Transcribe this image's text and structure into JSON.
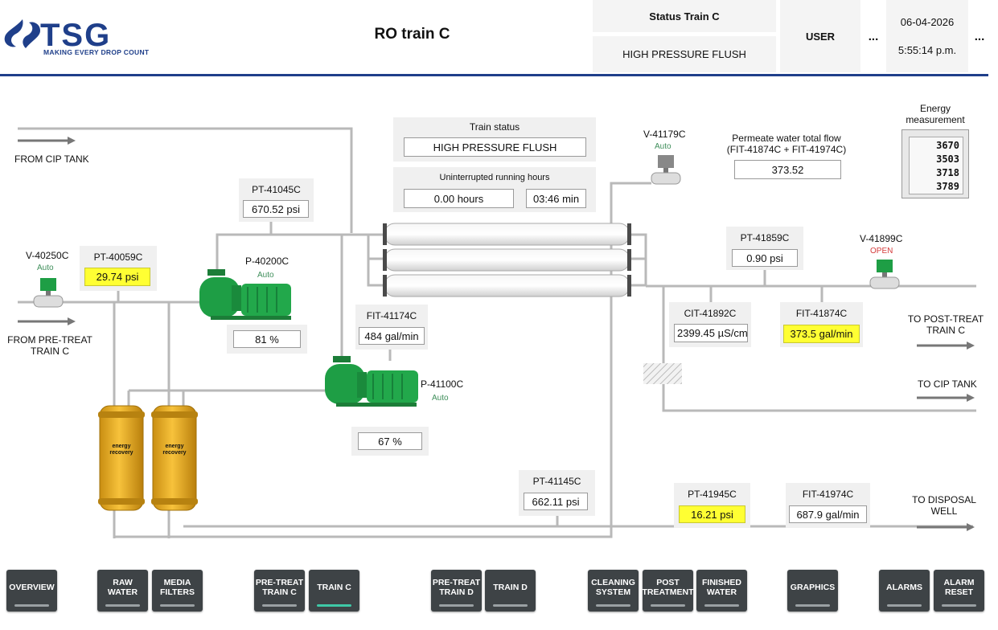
{
  "header": {
    "logo_word": "TSG",
    "logo_tagline": "MAKING EVERY DROP COUNT",
    "title": "RO train C",
    "status_label": "Status Train C",
    "status_value": "HIGH PRESSURE FLUSH",
    "user_label": "USER",
    "more_1": "...",
    "date": "06-04-2026",
    "time": "5:55:14 p.m.",
    "more_2": "..."
  },
  "flows": {
    "from_cip_tank": "FROM CIP TANK",
    "from_pretreat": "FROM PRE-TREAT\nTRAIN C",
    "to_post_treat": "TO POST-TREAT\nTRAIN C",
    "to_cip_tank": "TO CIP TANK",
    "to_disposal": "TO DISPOSAL\nWELL"
  },
  "train_status": {
    "label": "Train status",
    "value": "HIGH PRESSURE FLUSH"
  },
  "running_hours": {
    "label": "Uninterrupted running hours",
    "hours": "0.00 hours",
    "minutes": "03:46 min"
  },
  "permeate": {
    "label": "Permeate water total flow\n(FIT-41874C + FIT-41974C)",
    "value": "373.52"
  },
  "energy": {
    "label": "Energy\nmeasurement",
    "readings": [
      "3670",
      "3503",
      "3718",
      "3789"
    ]
  },
  "valves": {
    "v40250c": {
      "tag": "V-40250C",
      "state": "Auto"
    },
    "v41179c": {
      "tag": "V-41179C",
      "state": "Auto"
    },
    "v41899c": {
      "tag": "V-41899C",
      "state": "OPEN"
    }
  },
  "pumps": {
    "p40200c": {
      "tag": "P-40200C",
      "state": "Auto",
      "speed": "81 %"
    },
    "p41100c": {
      "tag": "P-41100C",
      "state": "Auto",
      "speed": "67 %"
    }
  },
  "instruments": {
    "pt40059c": {
      "tag": "PT-40059C",
      "value": "29.74 psi"
    },
    "pt41045c": {
      "tag": "PT-41045C",
      "value": "670.52 psi"
    },
    "fit41174c": {
      "tag": "FIT-41174C",
      "value": "484 gal/min"
    },
    "pt41859c": {
      "tag": "PT-41859C",
      "value": "0.90 psi"
    },
    "cit41892c": {
      "tag": "CIT-41892C",
      "value": "2399.45 µS/cm"
    },
    "fit41874c": {
      "tag": "FIT-41874C",
      "value": "373.5 gal/min"
    },
    "pt41145c": {
      "tag": "PT-41145C",
      "value": "662.11 psi"
    },
    "pt41945c": {
      "tag": "PT-41945C",
      "value": "16.21 psi"
    },
    "fit41974c": {
      "tag": "FIT-41974C",
      "value": "687.9 gal/min"
    }
  },
  "erd": {
    "brand": "energy\nrecovery"
  },
  "nav": [
    {
      "label": "OVERVIEW"
    },
    {
      "label": "RAW\nWATER"
    },
    {
      "label": "MEDIA\nFILTERS"
    },
    {
      "label": "PRE-TREAT\nTRAIN C"
    },
    {
      "label": "TRAIN C"
    },
    {
      "label": "PRE-TREAT\nTRAIN D"
    },
    {
      "label": "TRAIN D"
    },
    {
      "label": "CLEANING\nSYSTEM"
    },
    {
      "label": "POST\nTREATMENT"
    },
    {
      "label": "FINISHED\nWATER"
    },
    {
      "label": "GRAPHICS"
    },
    {
      "label": "ALARMS"
    },
    {
      "label": "ALARM\nRESET"
    }
  ],
  "colors": {
    "accent": "#1f3f8a",
    "highlight": "#ffff33",
    "equipment": "#1e9e45",
    "auto_text": "#3e8e5a",
    "open_text": "#d43a3a",
    "nav_active": "#3ec9a7"
  }
}
